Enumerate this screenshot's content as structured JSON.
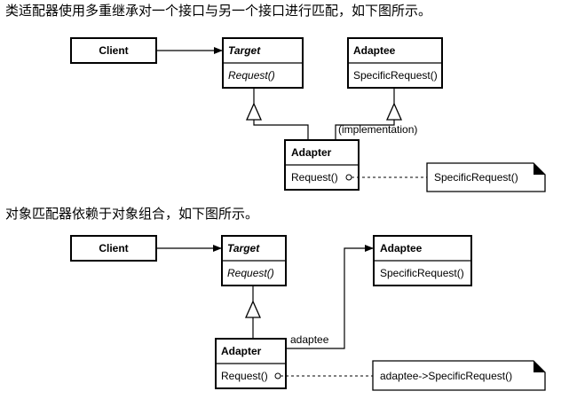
{
  "class_adapter": {
    "caption": "类适配器使用多重继承对一个接口与另一个接口进行匹配，如下图所示。",
    "client": "Client",
    "target_name": "Target",
    "target_op": "Request()",
    "adaptee_name": "Adaptee",
    "adaptee_op": "SpecificRequest()",
    "adapter_name": "Adapter",
    "adapter_op": "Request()",
    "relation_label": "(implementation)",
    "note": "SpecificRequest()"
  },
  "object_adapter": {
    "caption": "对象匹配器依赖于对象组合，如下图所示。",
    "client": "Client",
    "target_name": "Target",
    "target_op": "Request()",
    "adaptee_name": "Adaptee",
    "adaptee_op": "SpecificRequest()",
    "adapter_name": "Adapter",
    "adapter_op": "Request()",
    "relation_label": "adaptee",
    "note": "adaptee->SpecificRequest()"
  }
}
